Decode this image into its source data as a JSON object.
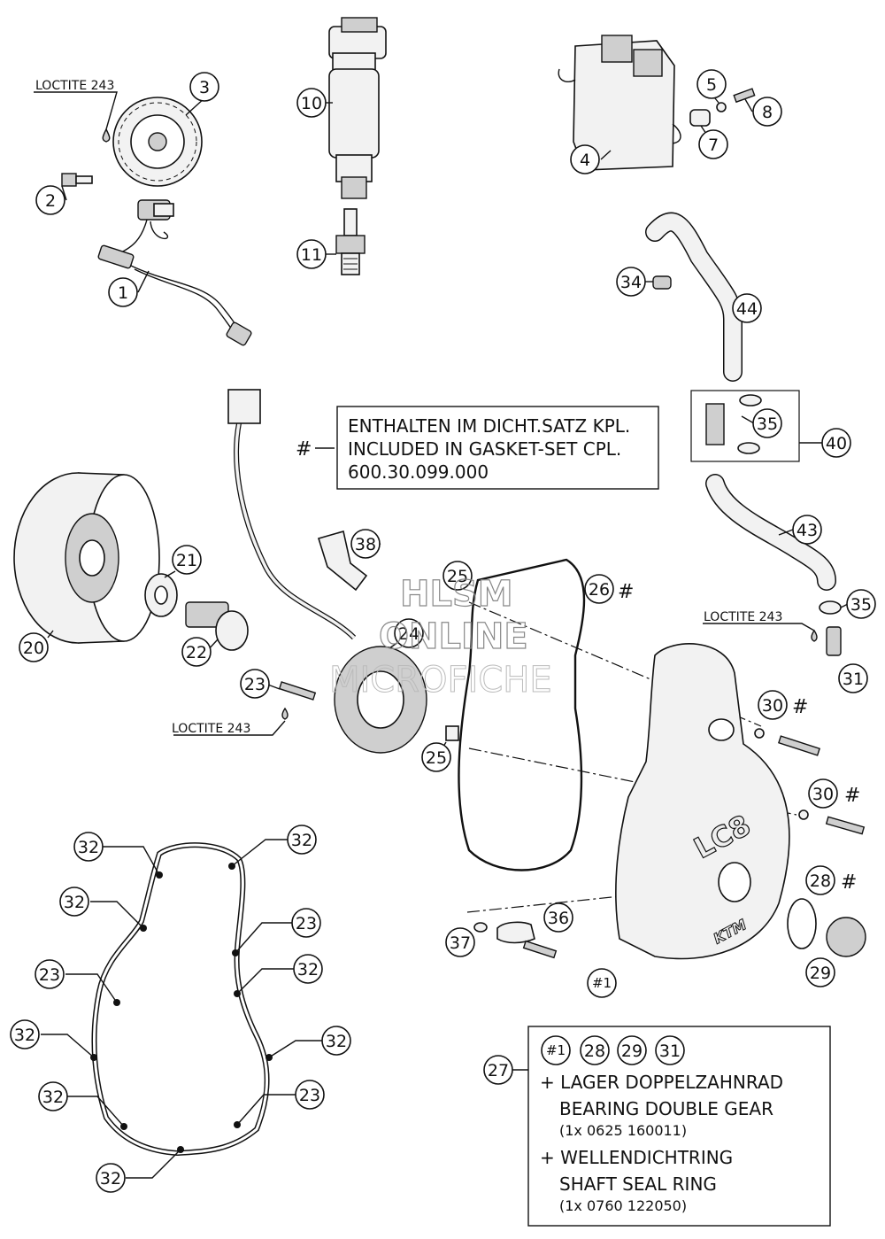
{
  "labels": {
    "l1": "1",
    "l2": "2",
    "l3": "3",
    "l4": "4",
    "l5": "5",
    "l7": "7",
    "l8": "8",
    "l10": "10",
    "l11": "11",
    "l20": "20",
    "l21": "21",
    "l22": "22",
    "l23": "23",
    "l24": "24",
    "l25": "25",
    "l26": "26",
    "l27": "27",
    "l28": "28",
    "l29": "29",
    "l30": "30",
    "l31": "31",
    "l32": "32",
    "l34": "34",
    "l35": "35",
    "l36": "36",
    "l37": "37",
    "l38": "38",
    "l40": "40",
    "l43": "43",
    "l44": "44",
    "h1": "#1",
    "hash": "#"
  },
  "loctite": "LOCTITE 243",
  "gasket_box": {
    "line1": "ENTHALTEN IM DICHT.SATZ KPL.",
    "line2": "INCLUDED IN GASKET-SET CPL.",
    "line3": "600.30.099.000"
  },
  "kit_box": {
    "item1_de": "+ LAGER DOPPELZAHNRAD",
    "item1_en": "BEARING DOUBLE GEAR",
    "item1_pn": "(1x 0625 160011)",
    "item2_de": "+ WELLENDICHTRING",
    "item2_en": "SHAFT SEAL RING",
    "item2_pn": "(1x 0760 122050)"
  },
  "cover_logo": "LC8",
  "brand_logo": "KTM",
  "watermark": {
    "line1": "HLSM",
    "line2": "ONLINE",
    "line3": "MICROFICHE"
  }
}
